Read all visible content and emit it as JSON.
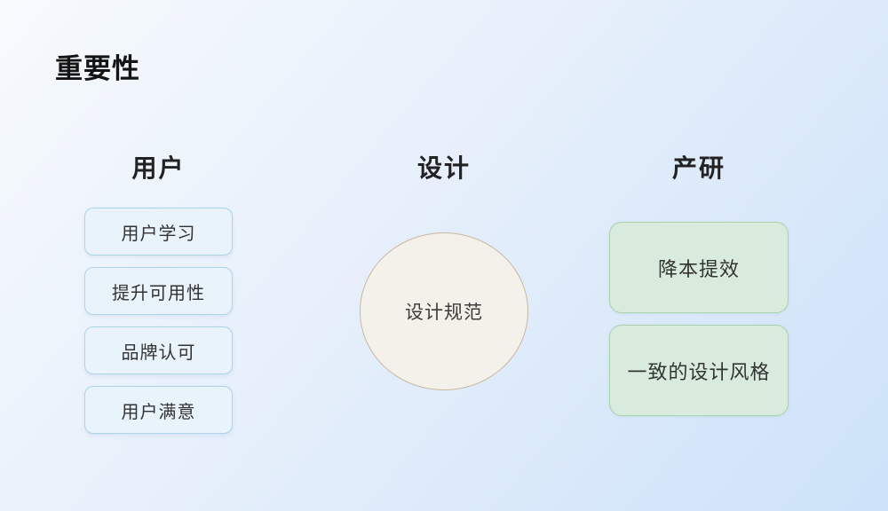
{
  "slide": {
    "title": "重要性",
    "colors": {
      "background_from": "#f7fafd",
      "background_to": "#cde2f9",
      "title_color": "#141414",
      "header_color": "#222222",
      "blue_box_fill": "#e9f3fc",
      "blue_box_border": "#aed3ec",
      "green_box_fill": "#d9ebdc",
      "green_box_border": "#a6d3ab",
      "circle_fill": "#f4f1ea",
      "circle_border": "#c9b89e",
      "body_text_color": "#333333"
    },
    "columns": [
      {
        "id": "users",
        "header": "用户",
        "items": [
          "用户学习",
          "提升可用性",
          "品牌认可",
          "用户满意"
        ]
      },
      {
        "id": "design",
        "header": "设计",
        "circle_label": "设计规范"
      },
      {
        "id": "product",
        "header": "产研",
        "items": [
          "降本提效",
          "一致的设计风格"
        ]
      }
    ]
  }
}
